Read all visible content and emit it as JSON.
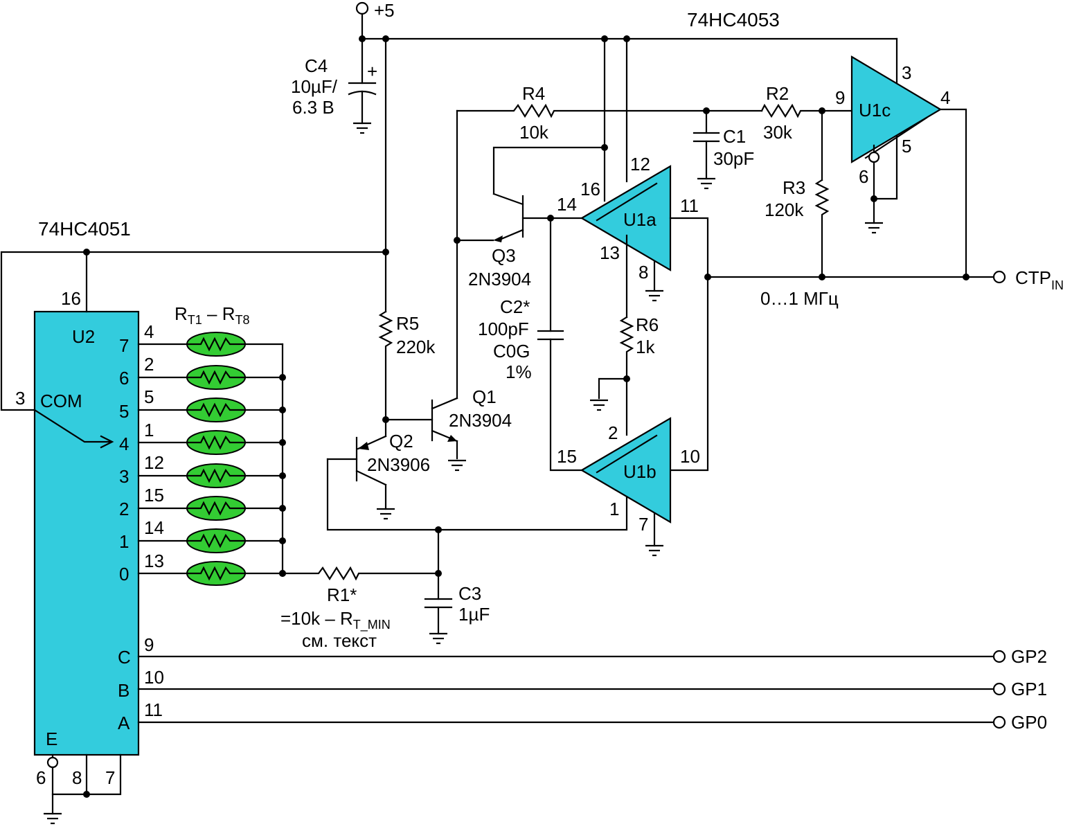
{
  "title": "74HC4051",
  "mux2_title": "74HC4053",
  "supply": "+5",
  "u2": {
    "name": "U2",
    "com_label": "COM",
    "enable_label": "E",
    "pin_power": "16",
    "pin_com": "3",
    "pin_enable": "6",
    "pin_gnd8": "8",
    "pin_gnd7": "7",
    "channels": [
      "7",
      "6",
      "5",
      "4",
      "3",
      "2",
      "1",
      "0"
    ],
    "channel_pins": [
      "4",
      "2",
      "5",
      "1",
      "12",
      "15",
      "14",
      "13"
    ],
    "select": [
      {
        "name": "C",
        "pin": "9",
        "net": "GP2"
      },
      {
        "name": "B",
        "pin": "10",
        "net": "GP1"
      },
      {
        "name": "A",
        "pin": "11",
        "net": "GP0"
      }
    ]
  },
  "thermistors": {
    "label_main": "R",
    "sub1": "T1",
    "dash": " – R",
    "sub2": "T8"
  },
  "c4": {
    "name": "C4",
    "value": "10µF/",
    "voltage": "6.3 В",
    "plus": "+"
  },
  "r4": {
    "name": "R4",
    "value": "10k"
  },
  "r2": {
    "name": "R2",
    "value": "30k"
  },
  "r3": {
    "name": "R3",
    "value": "120k"
  },
  "r5": {
    "name": "R5",
    "value": "220k"
  },
  "r6": {
    "name": "R6",
    "value": "1k"
  },
  "c1": {
    "name": "C1",
    "value": "30pF"
  },
  "c2": {
    "name": "C2*",
    "value": "100pF",
    "dielectric": "C0G",
    "tolerance": "1%"
  },
  "c3": {
    "name": "C3",
    "value": "1µF"
  },
  "r1": {
    "name": "R1*",
    "formula_a": "=10k – R",
    "formula_sub": "T_MIN",
    "note": "см. текст"
  },
  "q1": {
    "name": "Q1",
    "type": "2N3904"
  },
  "q2": {
    "name": "Q2",
    "type": "2N3906"
  },
  "q3": {
    "name": "Q3",
    "type": "2N3904"
  },
  "u1a": {
    "name": "U1a",
    "pin_in": "14",
    "pin_out": "11",
    "pin_ctl": "13",
    "pin_vcc": "16",
    "pin_12": "12",
    "pin_gnd": "8"
  },
  "u1b": {
    "name": "U1b",
    "pin_in": "15",
    "pin_out": "10",
    "pin_ctl": "1",
    "pin_top": "2",
    "pin_gnd": "7"
  },
  "u1c": {
    "name": "U1c",
    "pin_in": "9",
    "pin_out": "4",
    "pin_vcc": "3",
    "pin_5": "5",
    "pin_6": "6"
  },
  "output": {
    "label_main": "CTP",
    "label_sub": "IN",
    "freq": "0…1 МГц"
  }
}
